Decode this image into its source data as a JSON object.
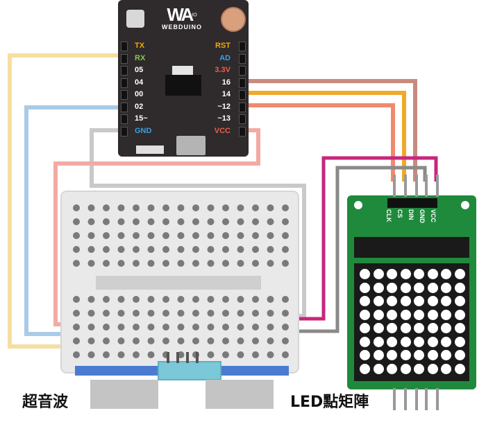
{
  "board": {
    "brand": "WEBDUINO",
    "logo_mark": "WA",
    "logo_sup": "IO",
    "pins_left": [
      {
        "label": "TX",
        "color": "#f2a900"
      },
      {
        "label": "RX",
        "color": "#7fd13b"
      },
      {
        "label": "05",
        "color": "#ffffff"
      },
      {
        "label": "04",
        "color": "#ffffff"
      },
      {
        "label": "00",
        "color": "#ffffff"
      },
      {
        "label": "02",
        "color": "#ffffff"
      },
      {
        "label": "15~",
        "color": "#ffffff"
      },
      {
        "label": "GND",
        "color": "#3aa0e0"
      }
    ],
    "pins_right": [
      {
        "label": "RST",
        "color": "#f2a900"
      },
      {
        "label": "AD",
        "color": "#3aa0e0"
      },
      {
        "label": "3.3V",
        "color": "#e8604c"
      },
      {
        "label": "16",
        "color": "#ffffff"
      },
      {
        "label": "14",
        "color": "#ffffff"
      },
      {
        "label": "~12",
        "color": "#ffffff"
      },
      {
        "label": "~13",
        "color": "#ffffff"
      },
      {
        "label": "VCC",
        "color": "#e8604c"
      }
    ]
  },
  "matrix_module": {
    "pins": [
      "CLK",
      "CS",
      "DIN",
      "GND",
      "VCC"
    ],
    "rows": 8,
    "cols": 8,
    "pcb_color": "#1f8a3c"
  },
  "captions": {
    "ultrasonic": "超音波",
    "led_matrix": "LED點矩陣"
  },
  "wire_colors": {
    "yellow": "#f5dfa0",
    "blue": "#a8cbe8",
    "gray": "#c9c9c9",
    "pink": "#f2aaa3",
    "brown": "#c98a7e",
    "orange": "#f0a92a",
    "salmon": "#f08a6c",
    "magenta": "#c8267c",
    "darkgray": "#8a8a8a"
  }
}
